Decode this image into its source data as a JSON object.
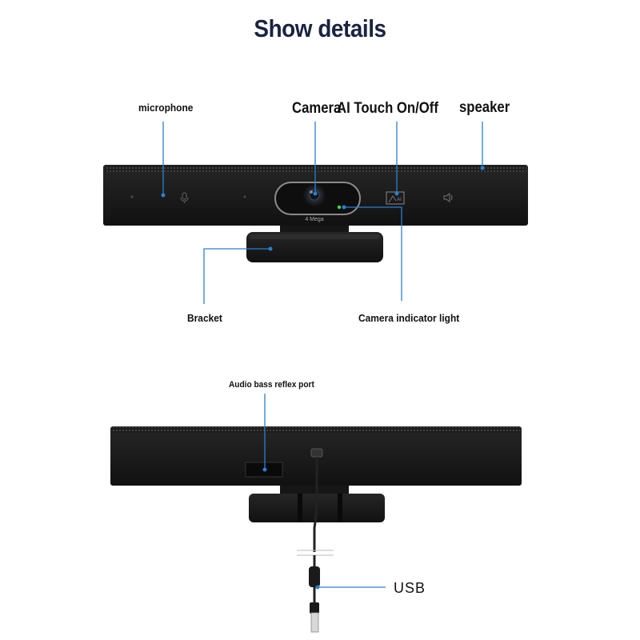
{
  "title": "Show details",
  "front_view": {
    "labels": {
      "microphone": "microphone",
      "camera": "Camera",
      "ai_touch": "AI Touch On/Off",
      "speaker": "speaker",
      "bracket": "Bracket",
      "indicator": "Camera indicator light"
    },
    "lens_text": "4 Mega",
    "ai_icon_text": "AI"
  },
  "back_view": {
    "labels": {
      "bass_port": "Audio bass reflex port",
      "usb": "USB"
    }
  },
  "colors": {
    "body": "#1c1c1c",
    "mesh": "#2b2b2b",
    "leader_line": "#2a7fd4",
    "title": "#1a2340",
    "indicator_led": "#44dd44"
  }
}
